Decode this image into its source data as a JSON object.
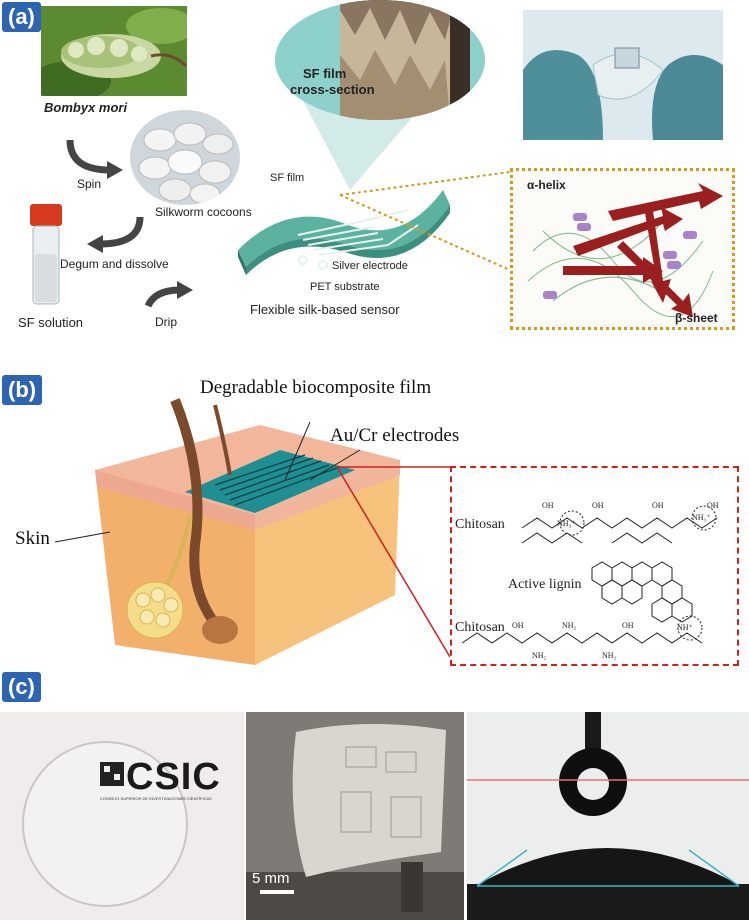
{
  "panel_a": {
    "tag": "(a)",
    "species": "Bombyx mori",
    "spin": "Spin",
    "cocoons": "Silkworm cocoons",
    "degum": "Degum and dissolve",
    "sf_solution": "SF solution",
    "drip": "Drip",
    "sf_film": "SF film",
    "silver_electrode": "Silver electrode",
    "pet_substrate": "PET substrate",
    "sensor_caption": "Flexible silk-based sensor",
    "cross_section_1": "SF film",
    "cross_section_2": "cross-section",
    "alpha_helix": "α-helix",
    "beta_sheet": "β-sheet"
  },
  "panel_b": {
    "tag": "(b)",
    "film": "Degradable biocomposite film",
    "electrodes": "Au/Cr electrodes",
    "skin": "Skin",
    "chitosan_top": "Chitosan",
    "lignin": "Active lignin",
    "chitosan_bottom": "Chitosan"
  },
  "panel_c": {
    "tag": "(c)",
    "csic_logo": "CSIC",
    "csic_subtitle": "CONSEJO SUPERIOR DE INVESTIGACIONES CIENTÍFICAS",
    "scale_bar": "5 mm"
  }
}
